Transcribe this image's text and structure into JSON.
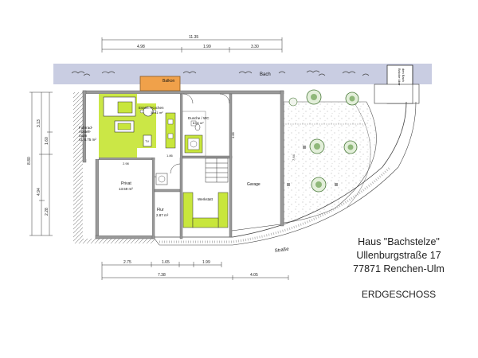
{
  "dimensions": {
    "top_total": "11.35",
    "top_seg1": "4.98",
    "top_seg2": "1.99",
    "top_seg3": "3.30",
    "left_total": "8.80",
    "left_a": "3.13",
    "left_b": "1.60",
    "left_c": "4.94",
    "left_d": "2.28",
    "bottom_a": "2.75",
    "bottom_b": "1.65",
    "bottom_c": "1.99",
    "bottom_total_a": "7.38",
    "bottom_total_b": "4.05",
    "inner_privat_w": "2.98",
    "inner_1": "1.86",
    "inner_2": "4.88",
    "inner_3": "7.64"
  },
  "labels": {
    "bach": "Bach",
    "balkon": "Balkon",
    "essen_kochen": "Essen / Kochen",
    "essen_area": "30.11 m²",
    "dusche_wc": "Dusche / WC",
    "dusche_area": "8.00 m²",
    "fahrrad": "Fahrrad-",
    "abstell": "Abstell-",
    "raum": "raum",
    "fahrrad_area": "rd. 6.75 m²",
    "privat": "Privat",
    "privat_area": "13.59 m²",
    "flur": "Flur",
    "flur_area": "2.87 m²",
    "werkstatt": "Werkstatt",
    "garage": "Garage",
    "strasse": "Straße",
    "tv": "TV",
    "bruecke_1": "Brücke über",
    "bruecke_2": "den Bach"
  },
  "title": {
    "line1": "Haus \"Bachstelze\"",
    "line2": "Ullenburgstraße 17",
    "line3": "77871 Renchen-Ulm",
    "floor": "ERDGESCHOSS"
  },
  "colors": {
    "stream": "#c9cde2",
    "green": "#c8e63c",
    "balcony": "#f0a14a",
    "wall": "#999999",
    "paving": "#e8e8e8"
  }
}
